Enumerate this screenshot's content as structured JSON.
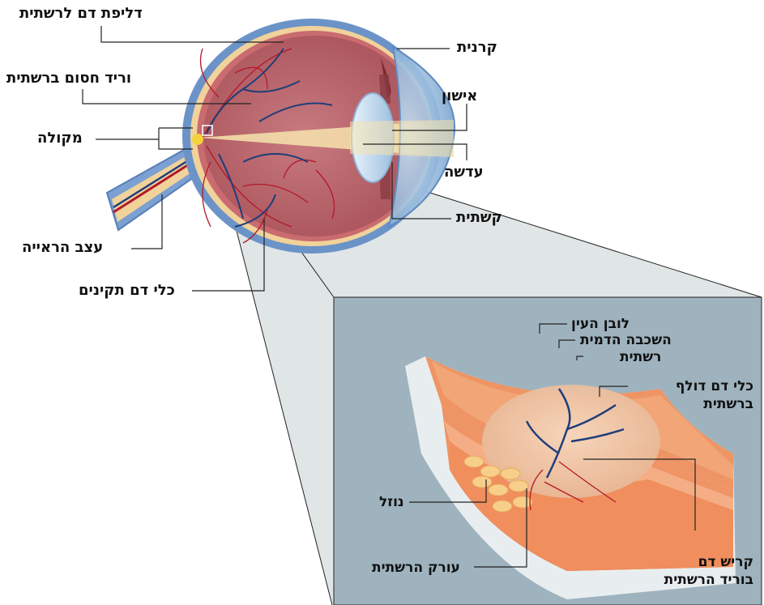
{
  "labels": {
    "retinal_hemorrhage": "דליפת דם לרשתית",
    "retinal_vein_occlusion": "וריד חסום ברשתית",
    "macula": "מקולה",
    "optic_nerve": "עצב הראייה",
    "normal_vessels": "כלי דם תקינים",
    "cornea": "קרנית",
    "pupil": "אישון",
    "lens": "עדשה",
    "iris": "קשתית"
  },
  "inset": {
    "sclera": "לובן העין",
    "choroid": "השכבה הדמית",
    "retina": "רשתית",
    "leaking_vessels_line1": "כלי דם דולף",
    "leaking_vessels_line2": "ברשתית",
    "fluid": "נוזל",
    "retinal_artery": "עורק הרשתית",
    "clot_line1": "קריש דם",
    "clot_line2": "בוריד הרשתית"
  },
  "colors": {
    "inset_background": "#9fb3bf",
    "sclera": "#e8eef0",
    "eye_interior": "#b8656c",
    "outer_coat": "#6b93c8",
    "vein": "#1f3d7a",
    "artery": "#b3192a",
    "layer_orange": "#ee9465"
  }
}
